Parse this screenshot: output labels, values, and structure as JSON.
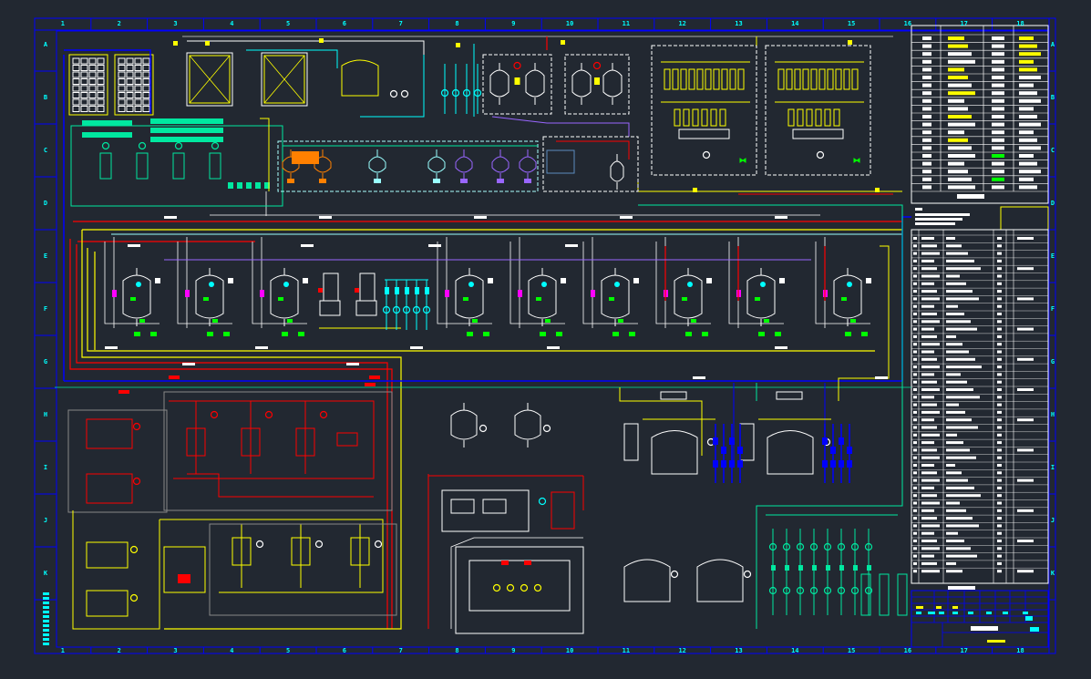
{
  "drawing": {
    "column_labels": [
      "1",
      "2",
      "3",
      "4",
      "5",
      "6",
      "7",
      "8",
      "9",
      "10",
      "11",
      "12",
      "13",
      "14",
      "15",
      "16",
      "17",
      "18"
    ],
    "row_labels": [
      "A",
      "B",
      "C",
      "D",
      "E",
      "F",
      "G",
      "H",
      "I",
      "J",
      "K",
      "L"
    ]
  },
  "colors": {
    "background": "#222831",
    "frame": "#0000ff",
    "label": "#00ffff",
    "pipe_red": "#ff0000",
    "pipe_yellow": "#ffff00",
    "pipe_cyan": "#00ffff",
    "pipe_green": "#00e8a0",
    "pipe_white": "#ffffff",
    "pipe_purple": "#9966ff",
    "pipe_orange": "#ff8000",
    "valve_green": "#00ff00",
    "valve_magenta": "#ff00ff"
  }
}
